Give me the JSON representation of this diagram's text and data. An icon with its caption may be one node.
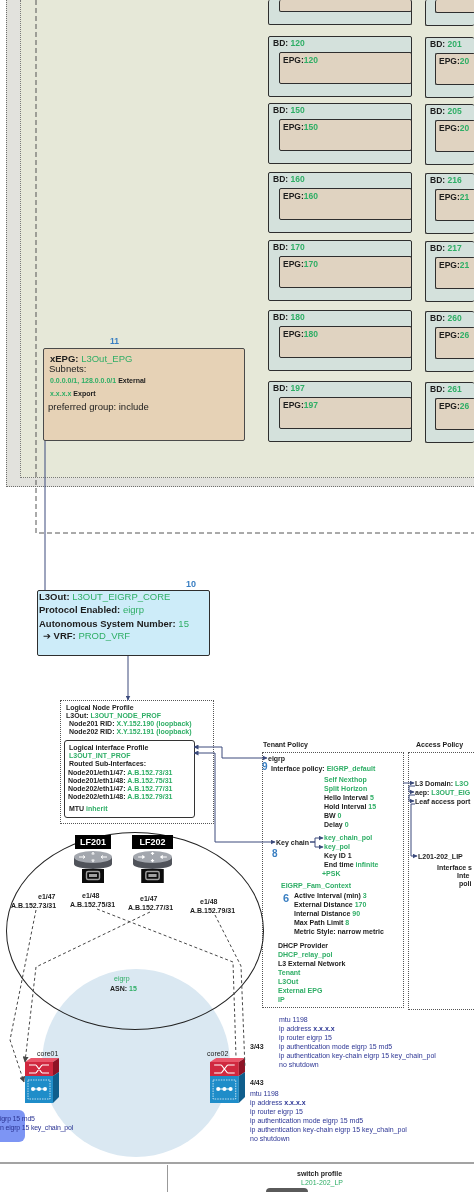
{
  "diagram": {
    "nodes": [
      {
        "text": [],
        "shape": "box"
      },
      {
        "text": [],
        "shape": "box",
        "in": 0
      },
      {
        "text": [],
        "shape": "box"
      },
      {
        "text": [],
        "shape": "box",
        "in": 2
      },
      {
        "text": [
          "BD: 120"
        ]
      },
      {
        "text": [
          "EPG:120"
        ],
        "in": 4
      },
      {
        "text": [
          "BD: 201"
        ]
      },
      {
        "text": [
          "EPG:20"
        ],
        "in": 6
      },
      {
        "text": [
          "BD: 150"
        ]
      },
      {
        "text": [
          "EPG:150"
        ],
        "in": 8
      },
      {
        "text": [
          "BD: 205"
        ]
      },
      {
        "text": [
          "EPG:20"
        ],
        "in": 10
      },
      {
        "text": [
          "BD: 160"
        ]
      },
      {
        "text": [
          "EPG:160"
        ],
        "in": 12
      },
      {
        "text": [
          "BD: 216"
        ]
      },
      {
        "text": [
          "EPG:21"
        ],
        "in": 14
      },
      {
        "text": [
          "BD: 170"
        ]
      },
      {
        "text": [
          "EPG:170"
        ],
        "in": 16
      },
      {
        "text": [
          "BD: 217"
        ]
      },
      {
        "text": [
          "EPG:21"
        ],
        "in": 18
      },
      {
        "text": [
          "BD: 180"
        ]
      },
      {
        "text": [
          "EPG:180"
        ],
        "in": 20
      },
      {
        "text": [
          "BD: 260"
        ]
      },
      {
        "text": [
          "EPG:26"
        ],
        "in": 22
      },
      {
        "text": [
          "xEPG: L3Out_EPG",
          "Subnets:",
          "0.0.0.0/1, 128.0.0.0/1 External",
          "x.x.x.x Export",
          "preferred group: include"
        ],
        "beside": [
          "11"
        ]
      },
      {
        "text": [
          "BD: 197"
        ]
      },
      {
        "text": [
          "EPG:197"
        ],
        "in": 25
      },
      {
        "text": [
          "BD: 261"
        ]
      },
      {
        "text": [
          "EPG:26"
        ],
        "in": 27
      },
      {
        "text": [
          "L3Out: L3OUT_EIGRP_CORE",
          "Protocol Enabled: eigrp",
          "Autonomous System Number: 15",
          "➔ VRF: PROD_VRF"
        ],
        "beside": [
          "10"
        ]
      },
      {
        "text": [
          "Logical Node Profile",
          "L3Out: L3OUT_NODE_PROF",
          "Node201 RID: X.Y.152.190 (loopback)",
          "Node202 RID: X.Y.152.191 (loopback)"
        ]
      },
      {
        "text": [
          "Logical interface Profile",
          "L3OUT_INT_PROF",
          "Routed Sub-Interfaces:",
          "Node201/eth1/47: A.B.152.73/31",
          "Node201/eth1/48: A.B.152.75/31",
          "Node202/eth1/47: A.B.152.77/31",
          "Node202/eth1/48: A.B.152.79/31",
          "MTU inherit"
        ],
        "in": 30
      },
      {
        "text": [
          "Tenant Policy",
          "Interface policy: EIGRP_default",
          "Self Nexthop",
          "Split Horizon",
          "Hello Interval 5",
          "Hold Interval 15",
          "BW 0",
          "Delay 0",
          "Key ID 1",
          "End time infinite",
          "+PSK",
          "EIGRP_Fam_Context",
          "Active Interval (min) 3",
          "External Distance 170",
          "Internal Distance 90",
          "Max Path Limit 8",
          "Metric Style: narrow metric",
          "DHCP Provider",
          "DHCP_relay_pol",
          "L3 External Network",
          "Tenant",
          "L3Out",
          "External EPG",
          "IP"
        ]
      },
      {
        "text": [
          "eigrp"
        ],
        "in": 32
      },
      {
        "text": [
          "Key chain"
        ],
        "in": 32,
        "beside": [
          "8"
        ]
      },
      {
        "text": [
          "key_chain_pol"
        ],
        "in": 32
      },
      {
        "text": [
          "key_pol"
        ],
        "in": 32
      },
      {
        "text": [
          "Access Policy",
          "Interface s",
          "Inte",
          "poli"
        ]
      },
      {
        "text": [
          "L3 Domain: L3O"
        ],
        "in": 37
      },
      {
        "text": [
          "aep: L3OUT_EIG"
        ],
        "in": 37
      },
      {
        "text": [
          "Leaf access port"
        ],
        "in": 37
      },
      {
        "text": [
          "L201-202_LIP"
        ],
        "in": 37
      },
      {
        "text": [
          "LF201"
        ]
      },
      {
        "text": [
          "LF202"
        ]
      },
      {
        "text": [
          "e1/47",
          "A.B.152.73/31"
        ]
      },
      {
        "text": [
          "e1/48",
          "A.B.152.75/31"
        ]
      },
      {
        "text": [
          "e1/47",
          "A.B.152.77/31"
        ]
      },
      {
        "text": [
          "e1/48",
          "A.B.152.79/31"
        ]
      },
      {
        "text": [
          "eigrp",
          "ASN: 15"
        ]
      },
      {
        "text": [
          "core01"
        ]
      },
      {
        "text": [
          "core02"
        ]
      },
      {
        "text": [
          "igrp 15 md5",
          "n eigrp 15 key_chain_pol"
        ]
      },
      {
        "text": [
          "switch profile",
          "L201-202_LP"
        ]
      }
    ],
    "edges": [
      {
        "from": 24,
        "to": 29,
        "arrow": "none"
      },
      {
        "from": 29,
        "to": 30,
        "arrow": "to"
      },
      {
        "from": 31,
        "to": 33,
        "arrow": "both"
      },
      {
        "from": 31,
        "to": 34,
        "arrow": "both"
      },
      {
        "from": 34,
        "to": 35,
        "arrow": "to"
      },
      {
        "from": 34,
        "to": 36,
        "arrow": "to"
      },
      {
        "from": null,
        "to": 38,
        "arrow": "to"
      },
      {
        "from": 38,
        "to": 39,
        "arrow": "to"
      },
      {
        "from": 39,
        "to": 40,
        "arrow": "to"
      },
      {
        "from": 40,
        "to": 41,
        "arrow": "to"
      },
      {
        "from": 44,
        "to": 49,
        "arrow": "to",
        "style": "dashed"
      },
      {
        "from": 46,
        "to": 49,
        "arrow": "to",
        "style": "dashed"
      },
      {
        "from": 45,
        "to": 50,
        "arrow": "none",
        "style": "dashed",
        "label": "3/43"
      },
      {
        "from": 47,
        "to": 50,
        "arrow": "none",
        "style": "dashed",
        "label": "4/43"
      }
    ],
    "labels": [
      "9",
      "6",
      "mtu 1198",
      "ip address **x.x.x.x**",
      "ip router eigrp 15",
      "ip authentication mode eigrp 15 md5",
      "ip authentication key-chain eigrp 15 key_chain_pol",
      "no shutdown",
      "mtu 1198",
      "ip address **x.x.x.x**",
      "ip router eigrp 15",
      "ip authentication mode eigrp 15 md5",
      "ip authentication key-chain eigrp 15 key_chain_pol",
      "no shutdown"
    ]
  }
}
